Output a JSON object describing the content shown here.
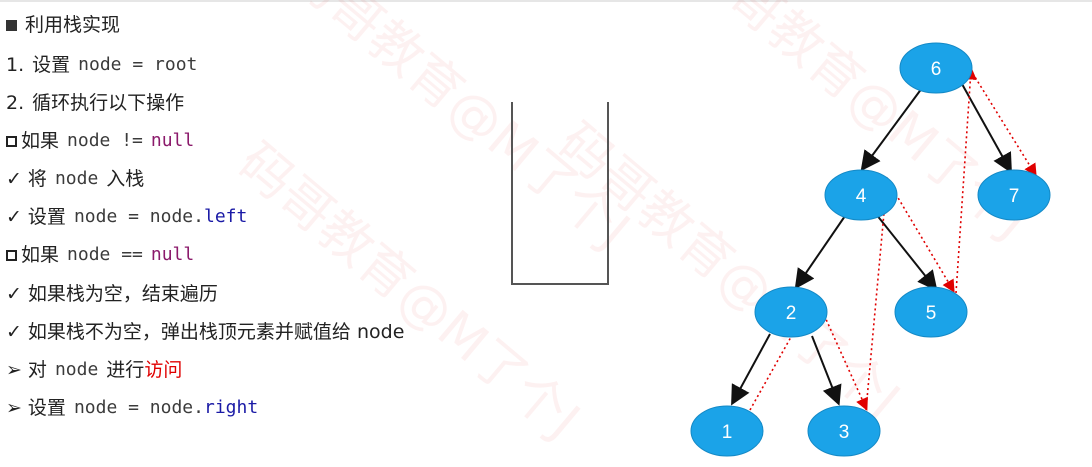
{
  "steps": {
    "title": "利用栈实现",
    "s1_num": "1.",
    "s1_text": "设置",
    "s1_code": "node = root",
    "s2_num": "2.",
    "s2_text": "循环执行以下操作",
    "s3_text": "如果",
    "s3_code": "node !=",
    "s3_kw": "null",
    "s4_text": "将",
    "s4_code": "node",
    "s4_tail": "入栈",
    "s5_text": "设置",
    "s5_code": "node = node.",
    "s5_prop": "left",
    "s6_text": "如果",
    "s6_code": "node ==",
    "s6_kw": "null",
    "s7_text": "如果栈为空，结束遍历",
    "s8_text": "如果栈不为空，弹出栈顶元素并赋值给 node",
    "s9_text": "对",
    "s9_code": "node",
    "s9_mid": "进行",
    "s9_red": "访问",
    "s10_text": "设置",
    "s10_code": "node = node.",
    "s10_prop": "right"
  },
  "tree": {
    "node_color": "#1ba3e8",
    "nodes": [
      "6",
      "4",
      "7",
      "2",
      "5",
      "1",
      "3"
    ]
  },
  "watermark": "码哥教育@M了个J"
}
